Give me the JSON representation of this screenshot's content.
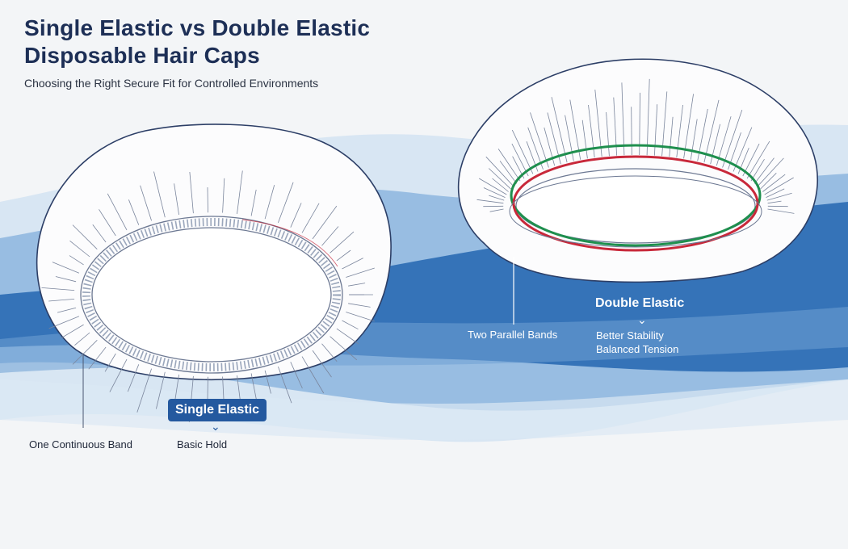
{
  "title": {
    "line1": "Single Elastic vs Double Elastic",
    "line2": "Disposable Hair Caps"
  },
  "subtitle": "Choosing the Right Secure Fit for Controlled Environments",
  "single": {
    "badge": "Single Elastic",
    "callout_left": "One Continuous Band",
    "callout_right": "Basic Hold"
  },
  "double": {
    "badge": "Double Elastic",
    "callout_left": "Two Parallel Bands",
    "benefit_1": "Better Stability",
    "benefit_2": "Balanced Tension"
  },
  "colors": {
    "title": "#1d2f56",
    "wave_dark": "#2d6db4",
    "wave_light": "#a9c9e8",
    "badge_bg": "#24599f",
    "cap_outline": "#2c3e66",
    "elastic_red": "#c8283a",
    "elastic_green": "#1f8f4e"
  },
  "icons": {
    "chevron": "chevron-down-icon"
  }
}
